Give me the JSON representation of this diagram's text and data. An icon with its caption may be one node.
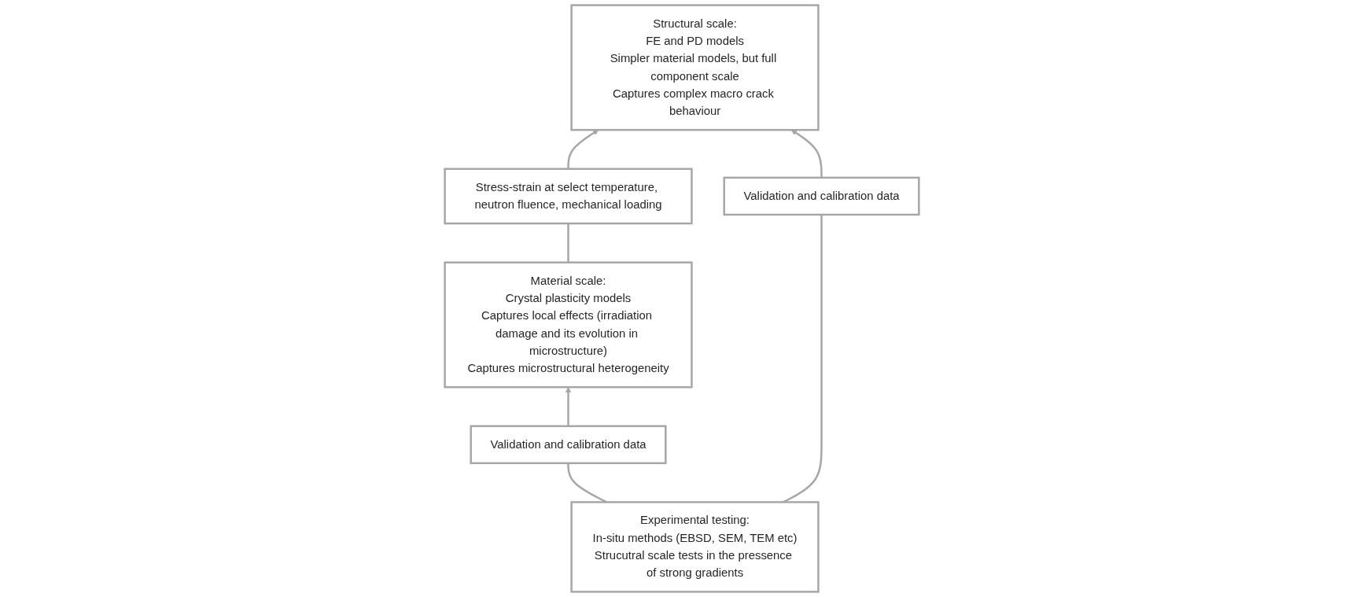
{
  "diagram": {
    "nodes": [
      {
        "text": [
          "Material scale:",
          "Crystal plasticity models",
          "Captures local effects (irradiation damage and its evolution in microstructure)",
          "Captures microstructural heterogeneity"
        ]
      },
      {
        "text": [
          "Stress-strain at select temperature, neutron fluence, mechanical loading"
        ]
      },
      {
        "text": [
          "Structural scale:",
          "FE and PD models",
          "Simpler material models, but full component scale",
          "Captures complex macro crack behaviour"
        ]
      },
      {
        "text": [
          "Validation and calibration data"
        ]
      },
      {
        "text": [
          "Experimental testing:",
          "In-situ methods (EBSD, SEM, TEM etc)",
          "Strucutral scale tests in the pressence of strong gradients"
        ]
      },
      {
        "text": [
          "Validation and calibration data"
        ]
      }
    ],
    "edges": [
      {
        "from": 0,
        "to": 1,
        "arrow": "none"
      },
      {
        "from": 1,
        "to": 2,
        "arrow": "to"
      },
      {
        "from": 4,
        "to": 3,
        "arrow": "none"
      },
      {
        "from": 3,
        "to": 0,
        "arrow": "to"
      },
      {
        "from": 4,
        "to": 5,
        "arrow": "none"
      },
      {
        "from": 5,
        "to": 2,
        "arrow": "to"
      }
    ]
  }
}
